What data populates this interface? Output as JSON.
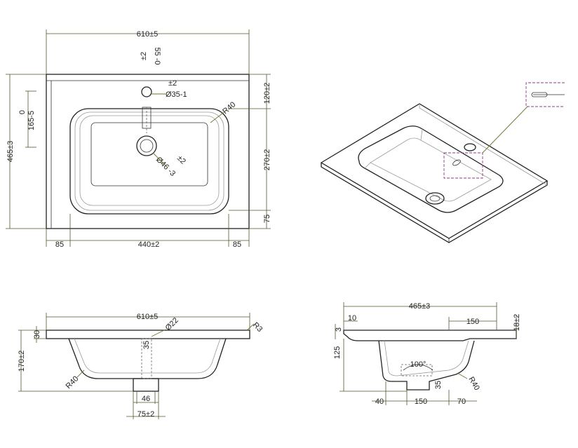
{
  "views": {
    "top": {
      "overall_width": "610±5",
      "overall_depth": "465±3",
      "tap_offset_tol": "±2",
      "tap_offset": "55 -0",
      "tap_hole_tol": "±2",
      "tap_hole": "Ø35-1",
      "bowl_radius": "R40",
      "drain_tol": "±2",
      "drain": "Ø46 -3",
      "left_dim_zero": "0",
      "left_dim": "165-5",
      "right_dim_top": "120±2",
      "right_dim_mid": "270±2",
      "right_dim_bottom": "75",
      "bottom_left": "85",
      "bottom_mid": "440±2",
      "bottom_right": "85"
    },
    "front": {
      "overall_width": "610±5",
      "thickness": "30",
      "hole": "Ø22",
      "edge_radius": "R3",
      "bowl_radius": "R40",
      "height": "170±2",
      "small": "35",
      "drain_width": "46",
      "outlet_width": "75±2"
    },
    "side": {
      "overall_depth": "465±3",
      "front_edge": "10",
      "deck": "150",
      "rim_height": "18±2",
      "lip": "3",
      "depth": "125",
      "angle": "100°",
      "outlet": "35",
      "radius": "R40",
      "bottom_left": "40",
      "bottom_mid": "150",
      "bottom_right": "70"
    }
  },
  "colors": {
    "dimension": "#4e5a2a",
    "callout": "#8a3a8a",
    "outline": "#222222"
  }
}
